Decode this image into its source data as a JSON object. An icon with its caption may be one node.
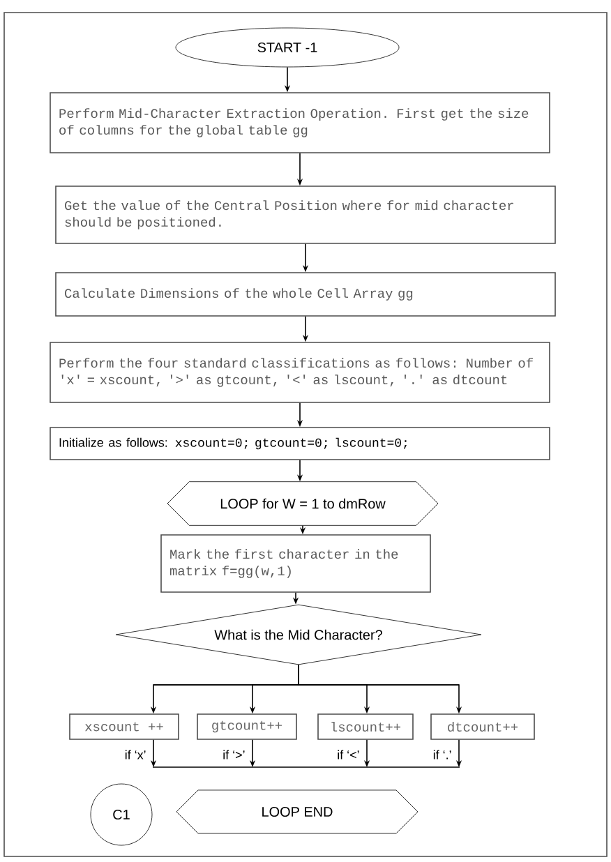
{
  "diagram": {
    "nodes": [
      {
        "text": [
          "START -1"
        ]
      },
      {
        "text": [
          "Perform Mid-Character Extraction Operation. First get the size of columns for the global table gg"
        ]
      },
      {
        "text": [
          "Get the value of the Central Position where for mid character should be positioned."
        ]
      },
      {
        "text": [
          "Calculate Dimensions of the whole Cell Array gg"
        ]
      },
      {
        "text": [
          "Perform the four standard classifications as follows: Number of 'x' = xscount, '>' as gtcount, '<' as lscount, '.' as dtcount"
        ]
      },
      {
        "text": [
          "Initialize as follows:",
          "xscount=0; gtcount=0; lscount=0;"
        ]
      },
      {
        "text": [
          "LOOP for W = 1 to dmRow"
        ]
      },
      {
        "text": [
          "Mark the first character in the matrix f=gg(w,1)"
        ]
      },
      {
        "text": [
          "What is the Mid Character?"
        ]
      },
      {
        "text": [
          "xscount ++"
        ],
        "beside": [
          "if ‘x’"
        ]
      },
      {
        "text": [
          "gtcount++"
        ],
        "beside": [
          "if ‘>’"
        ]
      },
      {
        "text": [
          "lscount++"
        ],
        "beside": [
          "if ‘<’"
        ]
      },
      {
        "text": [
          "dtcount++"
        ],
        "beside": [
          "if ‘.’"
        ]
      },
      {
        "text": [
          "C1"
        ]
      },
      {
        "text": [
          "LOOP END"
        ]
      },
      {
        "text": [],
        "shape": "bar"
      }
    ],
    "edges": [
      {
        "from": 0,
        "to": 1,
        "arrow": "to"
      },
      {
        "from": 1,
        "to": 2,
        "arrow": "to"
      },
      {
        "from": 2,
        "to": 3,
        "arrow": "to"
      },
      {
        "from": 3,
        "to": 4,
        "arrow": "to"
      },
      {
        "from": 4,
        "to": 5,
        "arrow": "to"
      },
      {
        "from": 5,
        "to": 6,
        "arrow": "to"
      },
      {
        "from": 6,
        "to": 7,
        "arrow": "to"
      },
      {
        "from": 7,
        "to": 8,
        "arrow": "to"
      },
      {
        "from": 8,
        "to": 9,
        "arrow": "to"
      },
      {
        "from": 8,
        "to": 10,
        "arrow": "to"
      },
      {
        "from": 8,
        "to": 11,
        "arrow": "to"
      },
      {
        "from": 8,
        "to": 12,
        "arrow": "to"
      },
      {
        "from": 9,
        "to": 15,
        "arrow": "to"
      },
      {
        "from": 10,
        "to": 15,
        "arrow": "to"
      },
      {
        "from": 11,
        "to": 15,
        "arrow": "to"
      },
      {
        "from": 12,
        "to": 15,
        "arrow": "to"
      }
    ]
  }
}
